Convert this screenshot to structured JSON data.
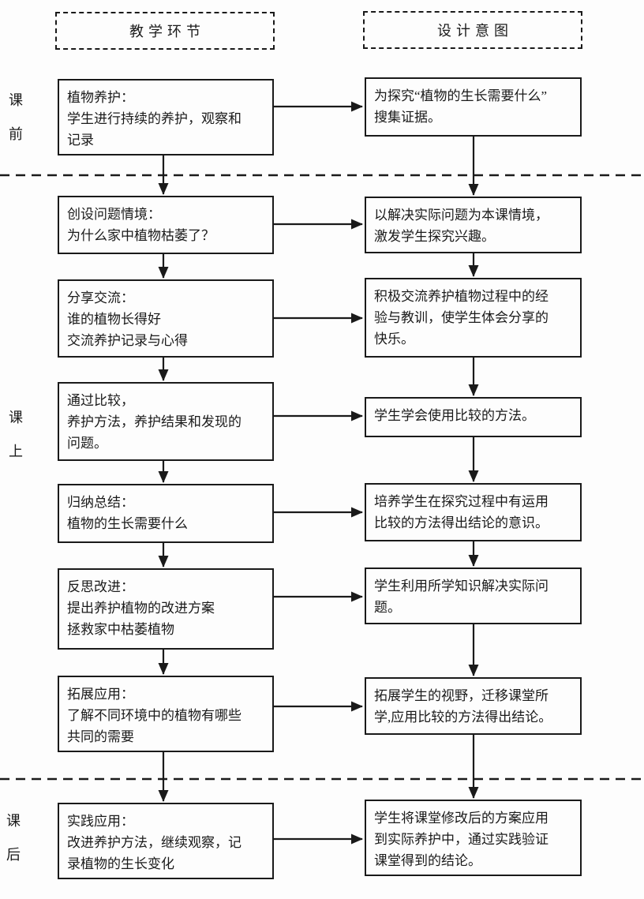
{
  "headers": {
    "left": "教学环节",
    "right": "设计意图"
  },
  "phase_labels": [
    {
      "id": "before-class",
      "text": "课前"
    },
    {
      "id": "in-class",
      "text": "课上"
    },
    {
      "id": "after-class",
      "text": "课后"
    }
  ],
  "rows": [
    {
      "left": "植物养护：\n学生进行持续的养护，观察和\n记录",
      "right": "为探究“植物的生长需要什么”\n搜集证据。"
    },
    {
      "left": "创设问题情境：\n为什么家中植物枯萎了？",
      "right": "以解决实际问题为本课情境，\n激发学生探究兴趣。"
    },
    {
      "left": "分享交流：\n谁的植物长得好\n交流养护记录与心得",
      "right": "积极交流养护植物过程中的经\n验与教训，使学生体会分享的\n快乐。"
    },
    {
      "left": "通过比较，\n养护方法，养护结果和发现的\n问题。",
      "right": "学生学会使用比较的方法。"
    },
    {
      "left": "归纳总结：\n植物的生长需要什么",
      "right": "培养学生在探究过程中有运用\n比较的方法得出结论的意识。"
    },
    {
      "left": "反思改进：\n提出养护植物的改进方案\n拯救家中枯萎植物",
      "right": "学生利用所学知识解决实际问\n题。"
    },
    {
      "left": "拓展应用：\n了解不同环境中的植物有哪些\n共同的需要",
      "right": "拓展学生的视野，迁移课堂所\n学,应用比较的方法得出结论。"
    },
    {
      "left": "实践应用：\n改进养护方法，继续观察，记\n录植物的生长变化",
      "right": "学生将课堂修改后的方案应用\n到实际养护中，通过实践验证\n课堂得到的结论。"
    }
  ],
  "colors": {
    "ink": "#1a1a1a",
    "paper": "#fdfdfd"
  }
}
